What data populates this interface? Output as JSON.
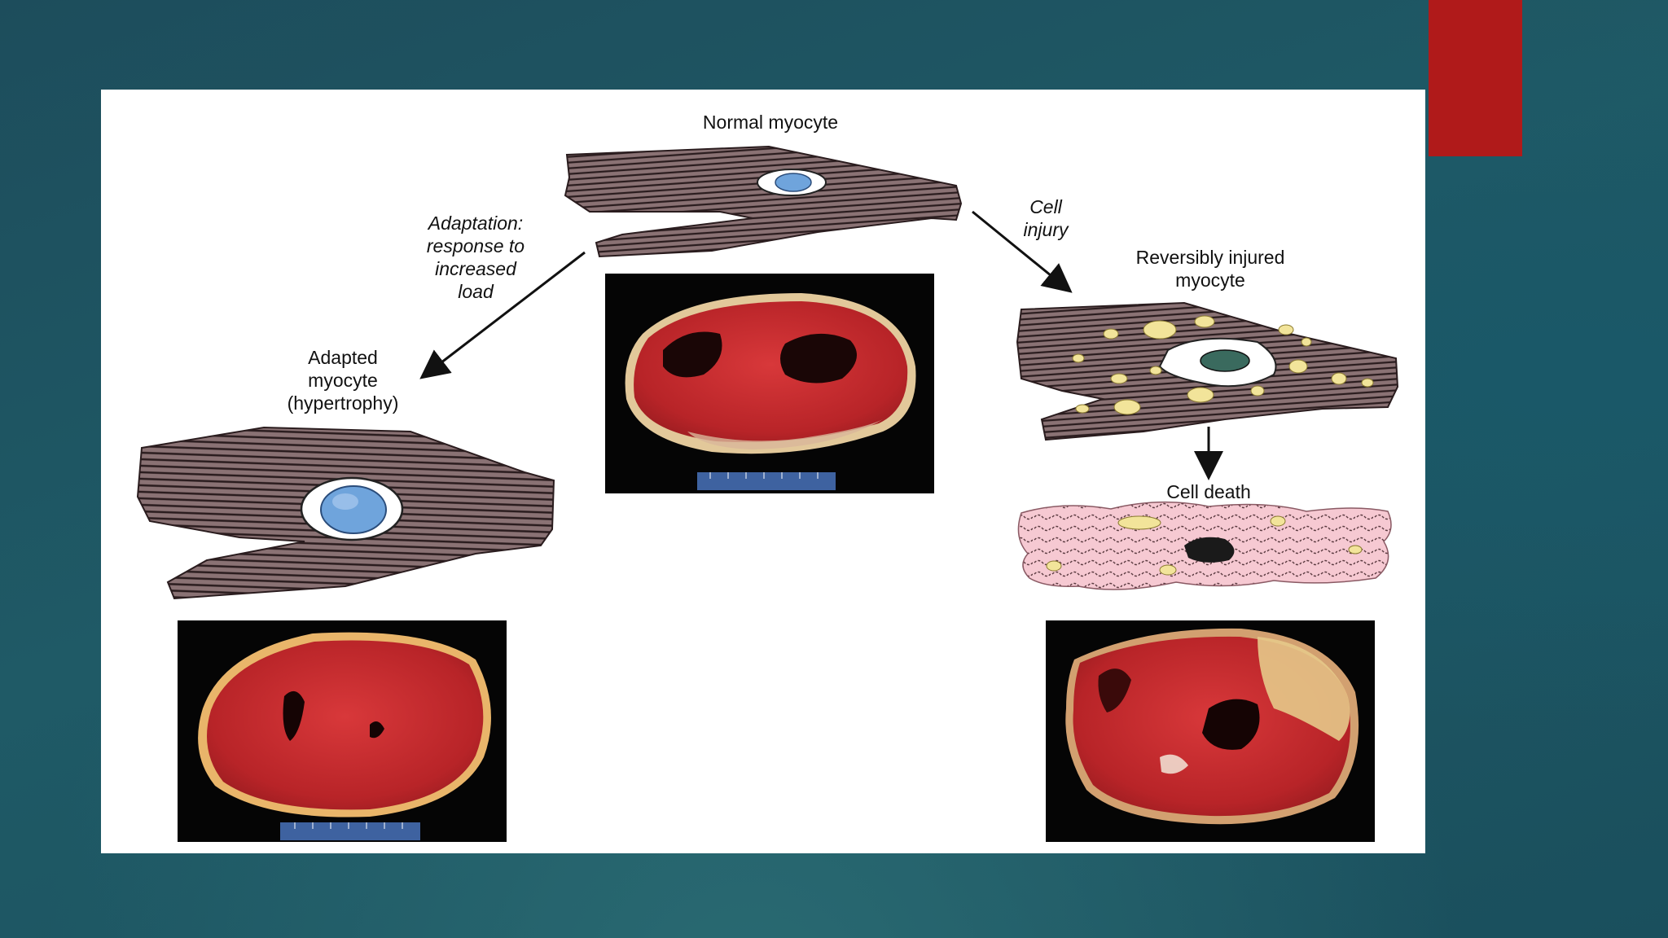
{
  "slide": {
    "accent_color": "#b01a1a",
    "background_color": "#1f5563"
  },
  "diagram": {
    "normal_label": "Normal myocyte",
    "adaptation_label_lines": [
      "Adaptation:",
      "response to",
      "increased",
      "load"
    ],
    "adapted_label_lines": [
      "Adapted",
      "myocyte",
      "(hypertrophy)"
    ],
    "injury_label_lines": [
      "Cell",
      "injury"
    ],
    "reversible_label_lines": [
      "Reversibly injured",
      "myocyte"
    ],
    "death_label": "Cell death",
    "colors": {
      "myocyte_fill": "#7a6466",
      "myocyte_stripe": "#2a1c1e",
      "nucleus": "#6fa4dc",
      "fat_droplet": "#f2e49a",
      "dead_cell": "#f5c6d0",
      "myocardium": "#c42a2e",
      "infarct": "#e8c07a"
    }
  }
}
